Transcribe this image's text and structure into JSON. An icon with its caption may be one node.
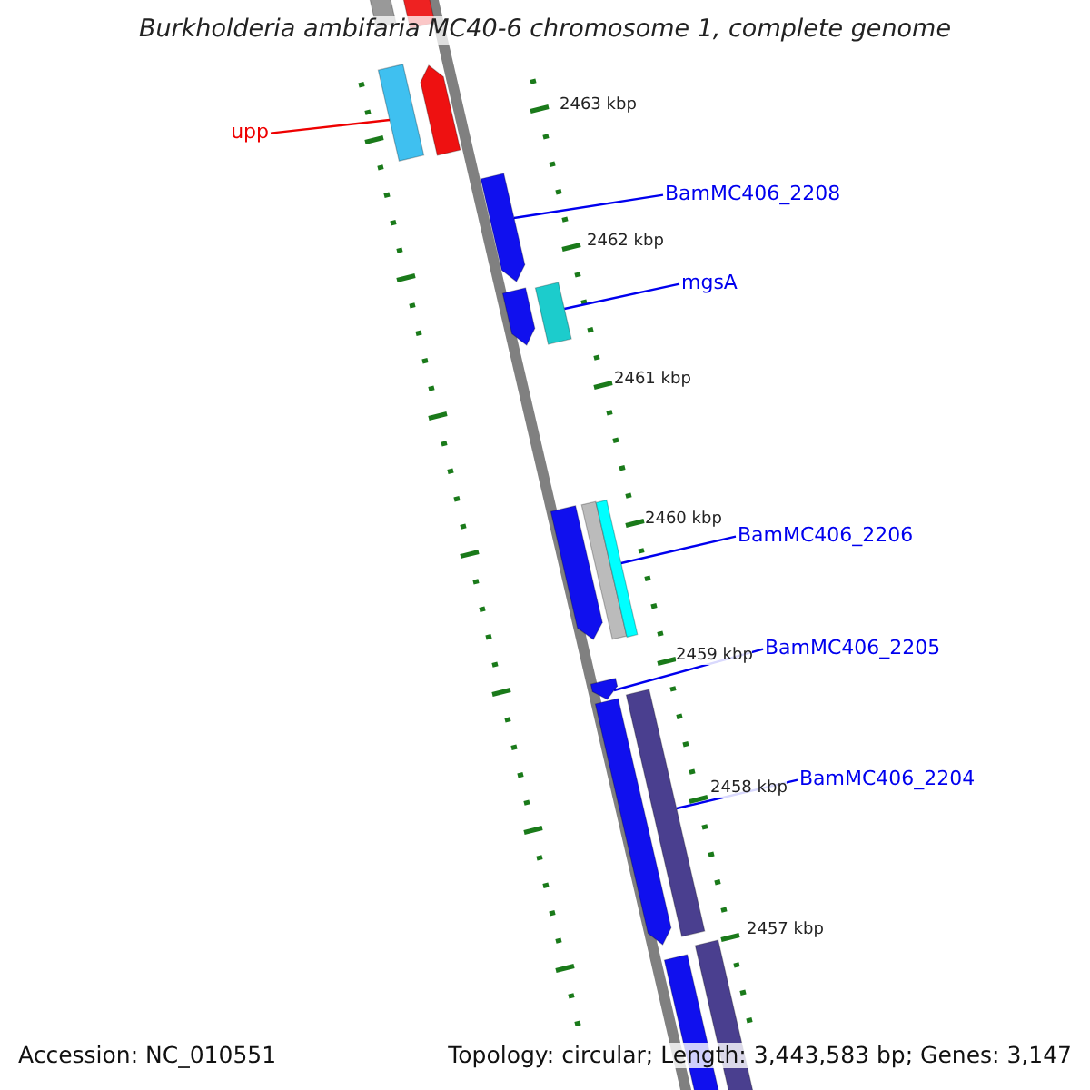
{
  "diagram": {
    "title": "Burkholderia ambifaria MC40-6 chromosome 1, complete genome",
    "nodes": [
      {
        "text": [],
        "shape": "bar"
      },
      {
        "text": [],
        "shape": "bar"
      },
      {
        "text": [
          "upp"
        ]
      },
      {
        "text": [],
        "shape": "bar"
      },
      {
        "text": [],
        "shape": "arrow"
      },
      {
        "text": [
          "BamMC406_2208"
        ]
      },
      {
        "text": [],
        "shape": "arrow"
      },
      {
        "text": [
          "mgsA"
        ]
      },
      {
        "text": [],
        "shape": "arrow"
      },
      {
        "text": [],
        "shape": "bar"
      },
      {
        "text": [
          "BamMC406_2206"
        ]
      },
      {
        "text": [],
        "shape": "arrow"
      },
      {
        "text": [],
        "shape": "bar"
      },
      {
        "text": [],
        "shape": "bar"
      },
      {
        "text": [
          "BamMC406_2205"
        ]
      },
      {
        "text": [],
        "shape": "arrow"
      },
      {
        "text": [
          "BamMC406_2204"
        ]
      },
      {
        "text": [],
        "shape": "arrow"
      },
      {
        "text": [],
        "shape": "bar"
      },
      {
        "text": [],
        "shape": "bar"
      },
      {
        "text": [],
        "shape": "bar"
      }
    ],
    "edges": [
      {
        "from": 2,
        "to": 3,
        "arrow": "none",
        "color": "#ee0000"
      },
      {
        "from": 5,
        "to": 6,
        "arrow": "none"
      },
      {
        "from": 7,
        "to": 9,
        "arrow": "none"
      },
      {
        "from": 10,
        "to": 13,
        "arrow": "none"
      },
      {
        "from": 14,
        "to": 15,
        "arrow": "none"
      },
      {
        "from": 16,
        "to": 18,
        "arrow": "none"
      }
    ],
    "labels": [
      "2463 kbp",
      "2462 kbp",
      "2461 kbp",
      "2460 kbp",
      "2459 kbp",
      "2458 kbp",
      "2457 kbp",
      "Accession: NC_010551",
      "Topology: circular; Length: 3,443,583 bp; Genes: 3,147"
    ]
  }
}
